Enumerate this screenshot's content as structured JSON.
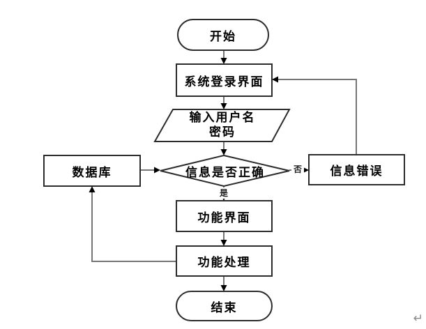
{
  "page": {
    "background": "#ffffff",
    "return_mark": "↵"
  },
  "flowchart": {
    "title": "login-system-flowchart",
    "colors": {
      "shape_border": "#2b2b2b",
      "shape_fill": "#ffffff",
      "connector_line": "#757575",
      "arrowhead": "#000000",
      "text": "#000000"
    },
    "nodes": [
      {
        "id": "start",
        "type": "terminator",
        "label": "开始"
      },
      {
        "id": "login",
        "type": "process",
        "label": "系统登录界面"
      },
      {
        "id": "input",
        "type": "input-output",
        "label": "输入用户名",
        "label_line2": "密码"
      },
      {
        "id": "decision",
        "type": "decision",
        "label": "信息是否正确"
      },
      {
        "id": "database",
        "type": "process",
        "label": "数据库"
      },
      {
        "id": "error",
        "type": "process",
        "label": "信息错误"
      },
      {
        "id": "func",
        "type": "process",
        "label": "功能界面"
      },
      {
        "id": "handle",
        "type": "process",
        "label": "功能处理"
      },
      {
        "id": "end",
        "type": "terminator",
        "label": "结束"
      }
    ],
    "edge_labels": {
      "no": "否",
      "yes": "是"
    },
    "edges": [
      {
        "from": "start",
        "to": "login",
        "label": ""
      },
      {
        "from": "login",
        "to": "input",
        "label": ""
      },
      {
        "from": "input",
        "to": "decision",
        "label": ""
      },
      {
        "from": "database",
        "to": "decision",
        "label": ""
      },
      {
        "from": "decision",
        "to": "error",
        "label": "否"
      },
      {
        "from": "decision",
        "to": "func",
        "label": "是"
      },
      {
        "from": "error",
        "to": "login",
        "label": ""
      },
      {
        "from": "func",
        "to": "handle",
        "label": ""
      },
      {
        "from": "handle",
        "to": "database",
        "label": ""
      },
      {
        "from": "handle",
        "to": "end",
        "label": ""
      }
    ]
  }
}
